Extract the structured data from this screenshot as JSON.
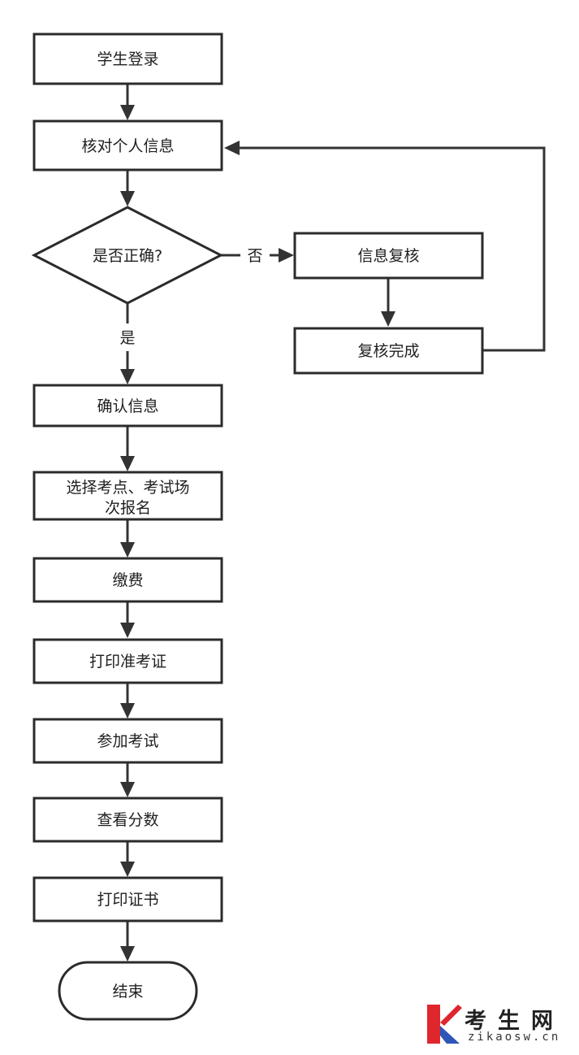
{
  "diagram": {
    "nodes": {
      "login": "学生登录",
      "check_info": "核对个人信息",
      "is_correct": "是否正确?",
      "recheck": "信息复核",
      "recheck_done": "复核完成",
      "confirm_info": "确认信息",
      "choose_site_line1": "选择考点、考试场",
      "choose_site_line2": "次报名",
      "pay": "缴费",
      "print_ticket": "打印准考证",
      "take_exam": "参加考试",
      "view_score": "查看分数",
      "print_certificate": "打印证书",
      "end": "结束"
    },
    "edge_labels": {
      "no": "否",
      "yes": "是"
    }
  },
  "watermark": {
    "name": "考生网",
    "url": "zikaosw.cn",
    "colors": {
      "k_red": "#e0262d",
      "k_blue": "#2e56b8"
    }
  }
}
